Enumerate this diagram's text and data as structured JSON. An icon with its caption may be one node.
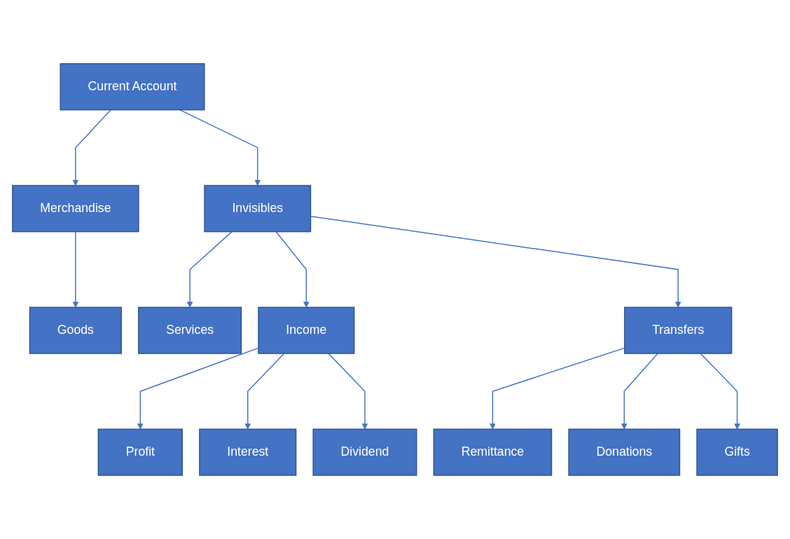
{
  "diagram": {
    "nodes": [
      {
        "text": [
          "Current Account"
        ]
      },
      {
        "text": [
          "Merchandise"
        ]
      },
      {
        "text": [
          "Invisibles"
        ]
      },
      {
        "text": [
          "Goods"
        ]
      },
      {
        "text": [
          "Services"
        ]
      },
      {
        "text": [
          "Income"
        ]
      },
      {
        "text": [
          "Transfers"
        ]
      },
      {
        "text": [
          "Profit"
        ]
      },
      {
        "text": [
          "Interest"
        ]
      },
      {
        "text": [
          "Dividend"
        ]
      },
      {
        "text": [
          "Remittance"
        ]
      },
      {
        "text": [
          "Donations"
        ]
      },
      {
        "text": [
          "Gifts"
        ]
      }
    ],
    "edges": [
      {
        "from": 0,
        "to": 1,
        "arrow": "to"
      },
      {
        "from": 0,
        "to": 2,
        "arrow": "to"
      },
      {
        "from": 1,
        "to": 3,
        "arrow": "to"
      },
      {
        "from": 2,
        "to": 4,
        "arrow": "to"
      },
      {
        "from": 2,
        "to": 5,
        "arrow": "to"
      },
      {
        "from": 2,
        "to": 6,
        "arrow": "to"
      },
      {
        "from": 5,
        "to": 7,
        "arrow": "to"
      },
      {
        "from": 5,
        "to": 8,
        "arrow": "to"
      },
      {
        "from": 5,
        "to": 9,
        "arrow": "to"
      },
      {
        "from": 6,
        "to": 10,
        "arrow": "to"
      },
      {
        "from": 6,
        "to": 11,
        "arrow": "to"
      },
      {
        "from": 6,
        "to": 12,
        "arrow": "to"
      }
    ]
  }
}
